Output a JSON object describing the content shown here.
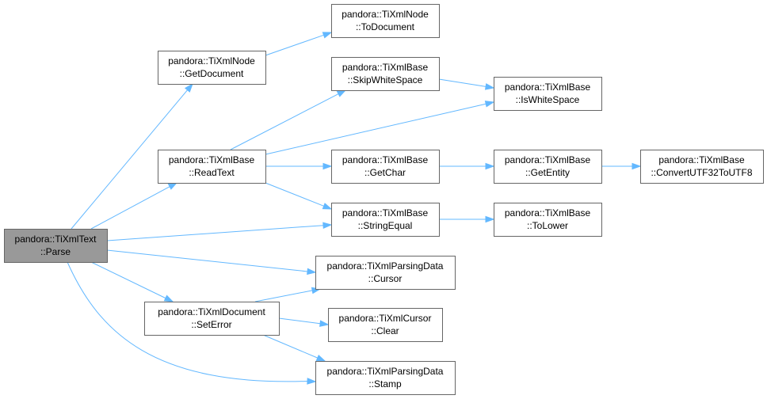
{
  "nodes": {
    "parse": [
      "pandora::TiXmlText",
      "::Parse"
    ],
    "getdocument": [
      "pandora::TiXmlNode",
      "::GetDocument"
    ],
    "todocument": [
      "pandora::TiXmlNode",
      "::ToDocument"
    ],
    "readtext": [
      "pandora::TiXmlBase",
      "::ReadText"
    ],
    "skipws": [
      "pandora::TiXmlBase",
      "::SkipWhiteSpace"
    ],
    "iswhitespace": [
      "pandora::TiXmlBase",
      "::IsWhiteSpace"
    ],
    "getchar": [
      "pandora::TiXmlBase",
      "::GetChar"
    ],
    "getentity": [
      "pandora::TiXmlBase",
      "::GetEntity"
    ],
    "convertutf": [
      "pandora::TiXmlBase",
      "::ConvertUTF32ToUTF8"
    ],
    "stringequal": [
      "pandora::TiXmlBase",
      "::StringEqual"
    ],
    "tolower": [
      "pandora::TiXmlBase",
      "::ToLower"
    ],
    "cursor": [
      "pandora::TiXmlParsingData",
      "::Cursor"
    ],
    "seterror": [
      "pandora::TiXmlDocument",
      "::SetError"
    ],
    "clear": [
      "pandora::TiXmlCursor",
      "::Clear"
    ],
    "stamp": [
      "pandora::TiXmlParsingData",
      "::Stamp"
    ]
  },
  "edges": [
    [
      "parse",
      "getdocument"
    ],
    [
      "parse",
      "readtext"
    ],
    [
      "parse",
      "stringequal"
    ],
    [
      "parse",
      "cursor"
    ],
    [
      "parse",
      "seterror"
    ],
    [
      "parse",
      "stamp"
    ],
    [
      "getdocument",
      "todocument"
    ],
    [
      "readtext",
      "skipws"
    ],
    [
      "readtext",
      "iswhitespace"
    ],
    [
      "readtext",
      "getchar"
    ],
    [
      "readtext",
      "stringequal"
    ],
    [
      "skipws",
      "iswhitespace"
    ],
    [
      "getchar",
      "getentity"
    ],
    [
      "getentity",
      "convertutf"
    ],
    [
      "stringequal",
      "tolower"
    ],
    [
      "seterror",
      "cursor"
    ],
    [
      "seterror",
      "clear"
    ],
    [
      "seterror",
      "stamp"
    ]
  ],
  "colors": {
    "edge": "#63b8ff",
    "node_border": "#666666",
    "root_fill": "#999999",
    "node_fill": "#ffffff"
  }
}
